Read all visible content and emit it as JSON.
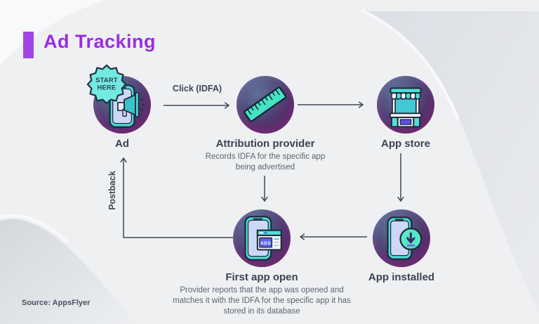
{
  "header": {
    "title": "Ad Tracking"
  },
  "badge": {
    "line1": "START",
    "line2": "HERE"
  },
  "nodes": [
    {
      "id": "ad",
      "label": "Ad",
      "icon": "megaphone-phone-icon"
    },
    {
      "id": "attribution-provider",
      "label": "Attribution provider",
      "description": "Records IDFA for the specific app being advertised",
      "icon": "ruler-icon"
    },
    {
      "id": "app-store",
      "label": "App store",
      "icon": "storefront-icon"
    },
    {
      "id": "app-installed",
      "label": "App installed",
      "icon": "phone-download-icon"
    },
    {
      "id": "first-app-open",
      "label": "First app open",
      "description": "Provider reports that the app was opened and matches it with the IDFA for the specific app it has stored in its database",
      "icon": "phone-ads-browser-icon",
      "icon_text": "ADS"
    }
  ],
  "edges": [
    {
      "from": "ad",
      "to": "attribution-provider",
      "label": "Click (IDFA)"
    },
    {
      "from": "attribution-provider",
      "to": "app-store",
      "label": ""
    },
    {
      "from": "app-store",
      "to": "app-installed",
      "label": ""
    },
    {
      "from": "app-installed",
      "to": "first-app-open",
      "label": ""
    },
    {
      "from": "attribution-provider",
      "to": "first-app-open",
      "label": ""
    },
    {
      "from": "first-app-open",
      "to": "ad",
      "label": "Postback"
    }
  ],
  "footer": {
    "source": "Source: AppsFlyer"
  },
  "colors": {
    "accent": "#9b2ce4",
    "background": "#eff0f2",
    "circle_purple": "#47285e",
    "teal": "#4fd9d6",
    "mint": "#55e8c6",
    "screen": "#cdd8f7",
    "sign_purple": "#6050e8",
    "arrow": "#3f4855",
    "label_text": "#3b4353",
    "description_text": "#5b6474",
    "badge_fill": "#72e9e1"
  }
}
